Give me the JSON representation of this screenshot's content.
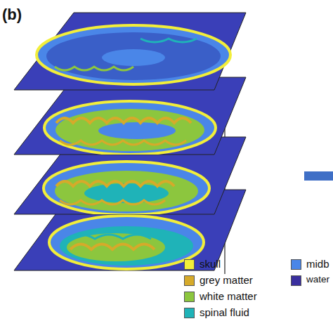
{
  "diagram": {
    "labels": [
      "(b)"
    ],
    "legend": [
      {
        "text": "skull",
        "color": "#f2ee3a"
      },
      {
        "text": "grey matter",
        "color": "#d6aa2a"
      },
      {
        "text": "white matter",
        "color": "#8cc63e"
      },
      {
        "text": "spinal fluid",
        "color": "#1fb3b8"
      },
      {
        "text": "midb",
        "color": "#4a86e8"
      },
      {
        "text": "water",
        "color": "#3a2f9e"
      }
    ]
  }
}
